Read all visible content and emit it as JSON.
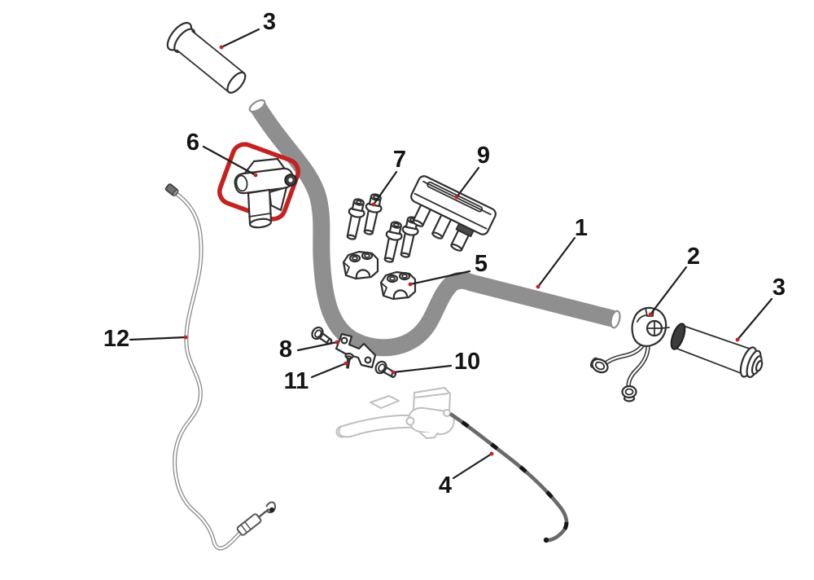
{
  "diagram": {
    "kind": "exploded-parts-diagram",
    "subject": "handlebar-assembly",
    "background_color": "#ffffff",
    "line_color": "#2f2f2f",
    "tube_color": "#8f8f8f",
    "ghost_color": "#bfbfbf"
  },
  "highlight_box": {
    "highlights_callout": "6",
    "color": "#c6201f"
  },
  "leader_marker_color": "#c62222",
  "callouts": [
    {
      "number": "1",
      "part": "handlebar-tube"
    },
    {
      "number": "2",
      "part": "switch-housing"
    },
    {
      "number": "3",
      "part": "left-grip"
    },
    {
      "number": "3",
      "part": "right-throttle-grip"
    },
    {
      "number": "4",
      "part": "throttle-cable"
    },
    {
      "number": "5",
      "part": "bar-clamps"
    },
    {
      "number": "6",
      "part": "choke-lever"
    },
    {
      "number": "7",
      "part": "clamp-bolts"
    },
    {
      "number": "8",
      "part": "mount-bracket"
    },
    {
      "number": "9",
      "part": "instrument-bracket"
    },
    {
      "number": "10",
      "part": "flange-bolt"
    },
    {
      "number": "11",
      "part": "screw"
    },
    {
      "number": "12",
      "part": "cable"
    }
  ]
}
